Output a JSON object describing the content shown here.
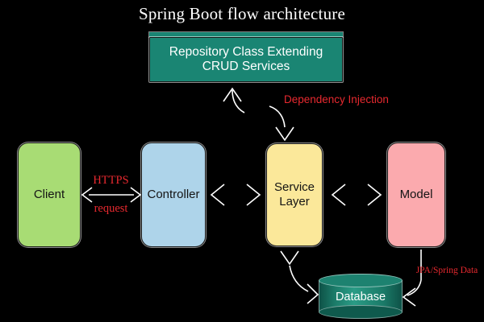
{
  "title": "Spring Boot flow architecture",
  "colors": {
    "background": "#000000",
    "title_text": "#ffffff",
    "accent_teal": "#1a8573",
    "client_fill": "#a8dc74",
    "controller_fill": "#aed4ea",
    "service_fill": "#fbe89a",
    "model_fill": "#fbaaae",
    "database_fill": "#1d8270",
    "edge_label_red": "#e8292f",
    "arrow_stroke": "#ffffff"
  },
  "nodes": {
    "repository": {
      "label": "Repository Class Extending CRUD Services",
      "shape": "rectangle",
      "fill": "#1a8573"
    },
    "client": {
      "label": "Client",
      "shape": "rounded-rectangle",
      "fill": "#a8dc74"
    },
    "controller": {
      "label": "Controller",
      "shape": "rounded-rectangle",
      "fill": "#aed4ea"
    },
    "service": {
      "label": "Service Layer",
      "shape": "rounded-rectangle",
      "fill": "#fbe89a"
    },
    "model": {
      "label": "Model",
      "shape": "rounded-rectangle",
      "fill": "#fbaaae"
    },
    "database": {
      "label": "Database",
      "shape": "cylinder",
      "fill": "#1d8270"
    }
  },
  "edge_labels": {
    "https": "HTTPS",
    "request": "request",
    "dependency_injection": "Dependency Injection",
    "jpa_spring_data": "JPA/Spring Data"
  },
  "edges": [
    {
      "from": "client",
      "to": "controller",
      "direction": "bidirectional",
      "label": "HTTPS request"
    },
    {
      "from": "controller",
      "to": "service",
      "direction": "bidirectional",
      "label": ""
    },
    {
      "from": "service",
      "to": "model",
      "direction": "bidirectional",
      "label": ""
    },
    {
      "from": "service",
      "to": "repository",
      "direction": "bidirectional",
      "label": "Dependency Injection"
    },
    {
      "from": "service",
      "to": "database",
      "direction": "bidirectional",
      "label": ""
    },
    {
      "from": "model",
      "to": "database",
      "direction": "to-database",
      "label": "JPA/Spring Data"
    }
  ]
}
